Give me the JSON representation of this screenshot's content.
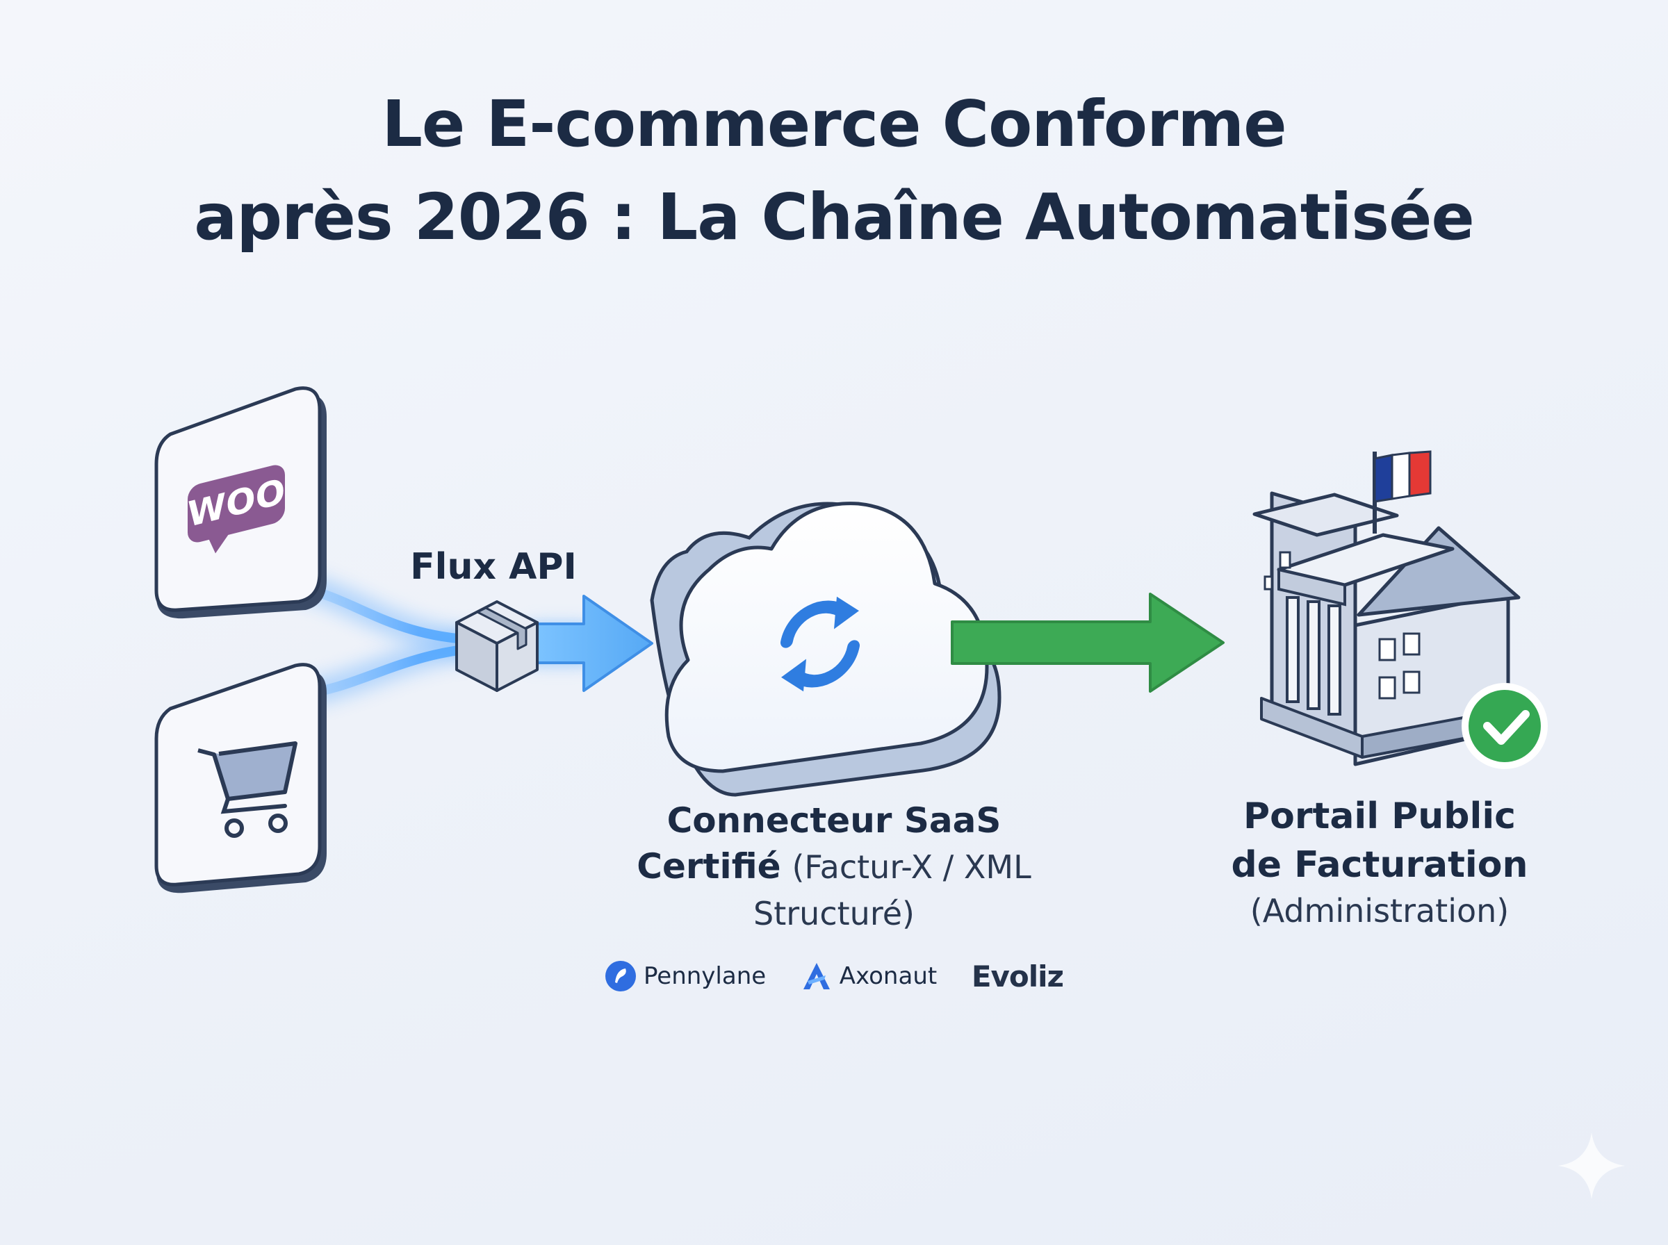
{
  "title": {
    "line1": "Le E-commerce Conforme",
    "line2": "après 2026 : La Chaîne Automatisée"
  },
  "sources": {
    "woo_icon_text": "WOO",
    "cart_icon": "shopping-cart-icon"
  },
  "flux": {
    "label": "Flux API",
    "icon": "package-icon"
  },
  "saas": {
    "label_bold": "Connecteur SaaS Certifié",
    "label_detail": "(Factur-X / XML Structuré)",
    "icon": "cloud-sync-icon"
  },
  "portal": {
    "label_line1": "Portail Public",
    "label_line2": "de Facturation",
    "label_sub": "(Administration)",
    "icon": "government-building-icon",
    "badge": "check-icon"
  },
  "partners": [
    {
      "name": "Pennylane"
    },
    {
      "name": "Axonaut"
    },
    {
      "name": "Evoliz"
    }
  ],
  "colors": {
    "accent_blue": "#3b8fe8",
    "success_green": "#3daa55",
    "title": "#1c2b44",
    "woo_purple": "#8a5a92"
  }
}
